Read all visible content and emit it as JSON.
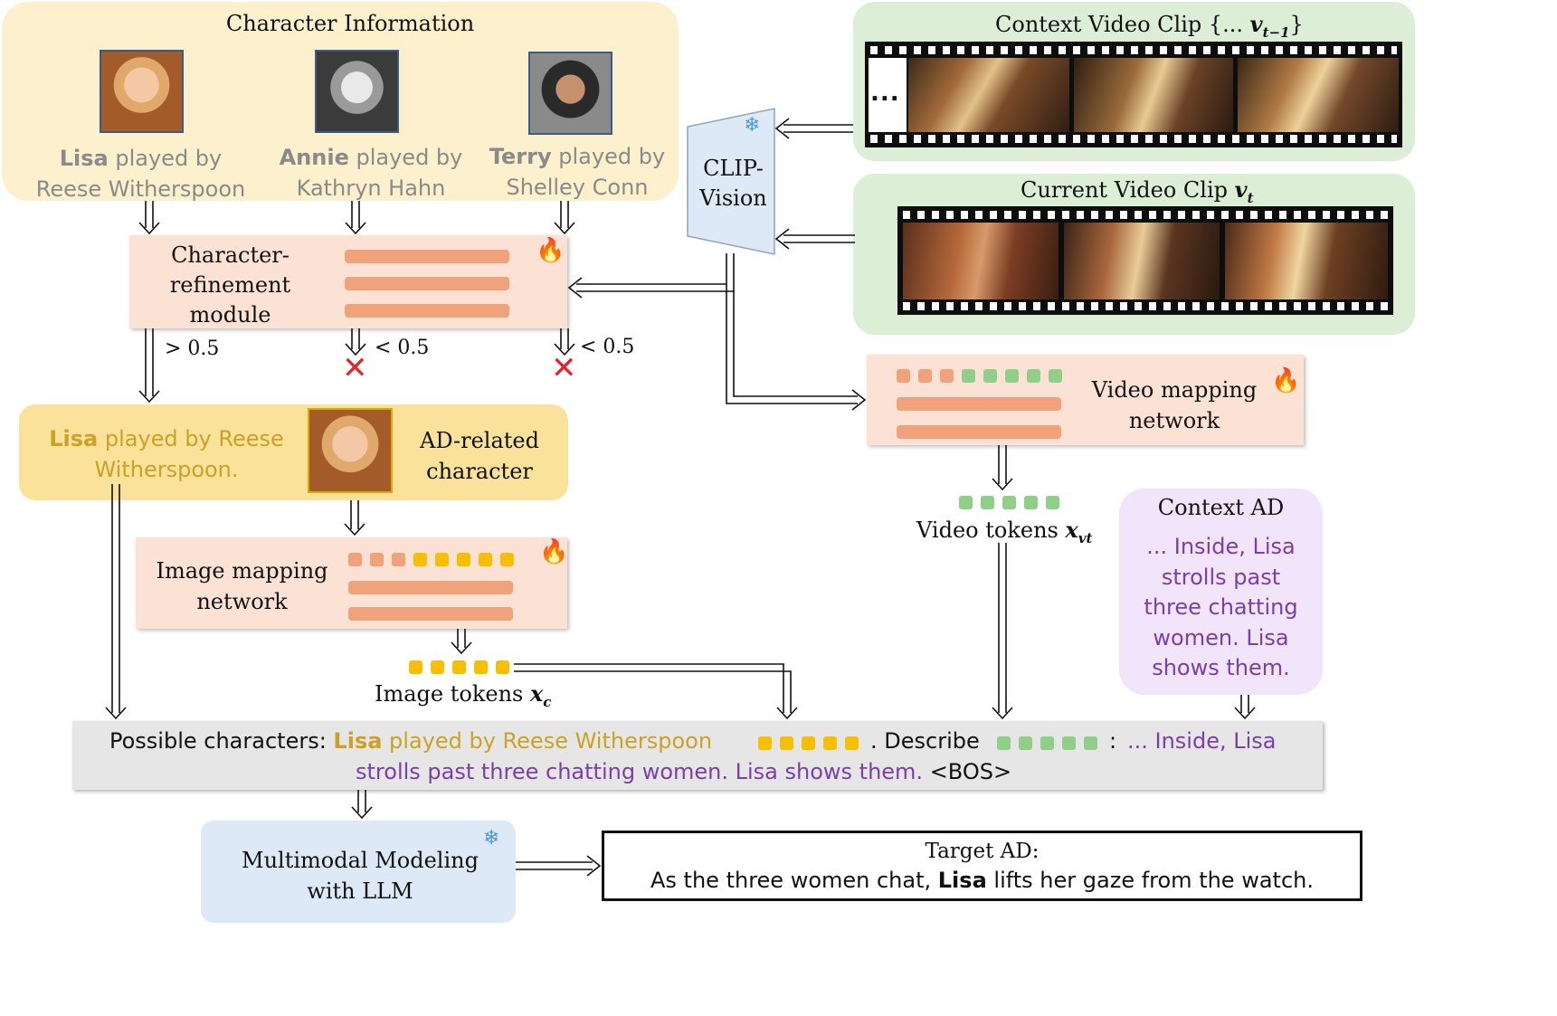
{
  "character_info": {
    "title": "Character Information",
    "characters": [
      {
        "name": "Lisa",
        "played_by": " played by",
        "actor": "Reese Witherspoon"
      },
      {
        "name": "Annie",
        "played_by": " played by",
        "actor": "Kathryn Hahn"
      },
      {
        "name": "Terry",
        "played_by": " played by",
        "actor": "Shelley Conn"
      }
    ]
  },
  "context_clip": {
    "title_prefix": "Context Video Clip {... ",
    "var": "v",
    "sub": "t−1",
    "suffix": "}",
    "ellipsis": "..."
  },
  "current_clip": {
    "title_prefix": "Current Video Clip ",
    "var": "v",
    "sub": "t"
  },
  "clip_vision": {
    "label_line1": "CLIP-",
    "label_line2": "Vision"
  },
  "refinement": {
    "line1": "Character-",
    "line2": "refinement",
    "line3": "module"
  },
  "thresholds": {
    "gt": "> 0.5",
    "lt1": "< 0.5",
    "lt2": "< 0.5"
  },
  "ad_related": {
    "text_line1": "Lisa played by Reese",
    "text_line2": "Witherspoon.",
    "name": "Lisa",
    "label_line1": "AD-related",
    "label_line2": "character"
  },
  "image_mapping": {
    "line1": "Image mapping",
    "line2": "network"
  },
  "image_tokens": {
    "label": "Image tokens ",
    "var": "x",
    "sub": "c"
  },
  "video_mapping": {
    "line1": "Video mapping",
    "line2": "network"
  },
  "video_tokens": {
    "label": "Video tokens ",
    "var": "x",
    "sub": "vt"
  },
  "context_ad": {
    "title": "Context AD",
    "line1": "... Inside, Lisa",
    "line2": "strolls past",
    "line3": "three chatting",
    "line4": "women. Lisa",
    "line5": "shows them."
  },
  "prompt": {
    "prefix": "Possible characters: ",
    "char_name": "Lisa",
    "char_rest": " played by Reese Witherspoon",
    "describe": ". Describe",
    "colon": ":",
    "context_line1": "... Inside, Lisa",
    "context_line2": "strolls past three chatting women. Lisa shows them.",
    "bos": "<BOS>"
  },
  "llm": {
    "line1": "Multimodal Modeling",
    "line2": "with LLM"
  },
  "target": {
    "title": "Target AD:",
    "pre": "As the three women chat, ",
    "name": "Lisa",
    "post": " lifts her gaze from the watch."
  },
  "icons": {
    "fire": "fire-icon",
    "snowflake": "snowflake-icon",
    "reject": "x-mark-icon"
  },
  "colors": {
    "character_panel": "#fdf0cd",
    "video_panel": "#dcefd6",
    "module": "#fbe2d4",
    "clip_vision": "#dde9f6",
    "llm": "#dde9f6",
    "context_ad": "#f1e4fb",
    "ad_related": "#fbe29a",
    "prompt_box": "#e6e6e6",
    "gold_text": "#c9a227",
    "purple_text": "#7a3fa8"
  }
}
